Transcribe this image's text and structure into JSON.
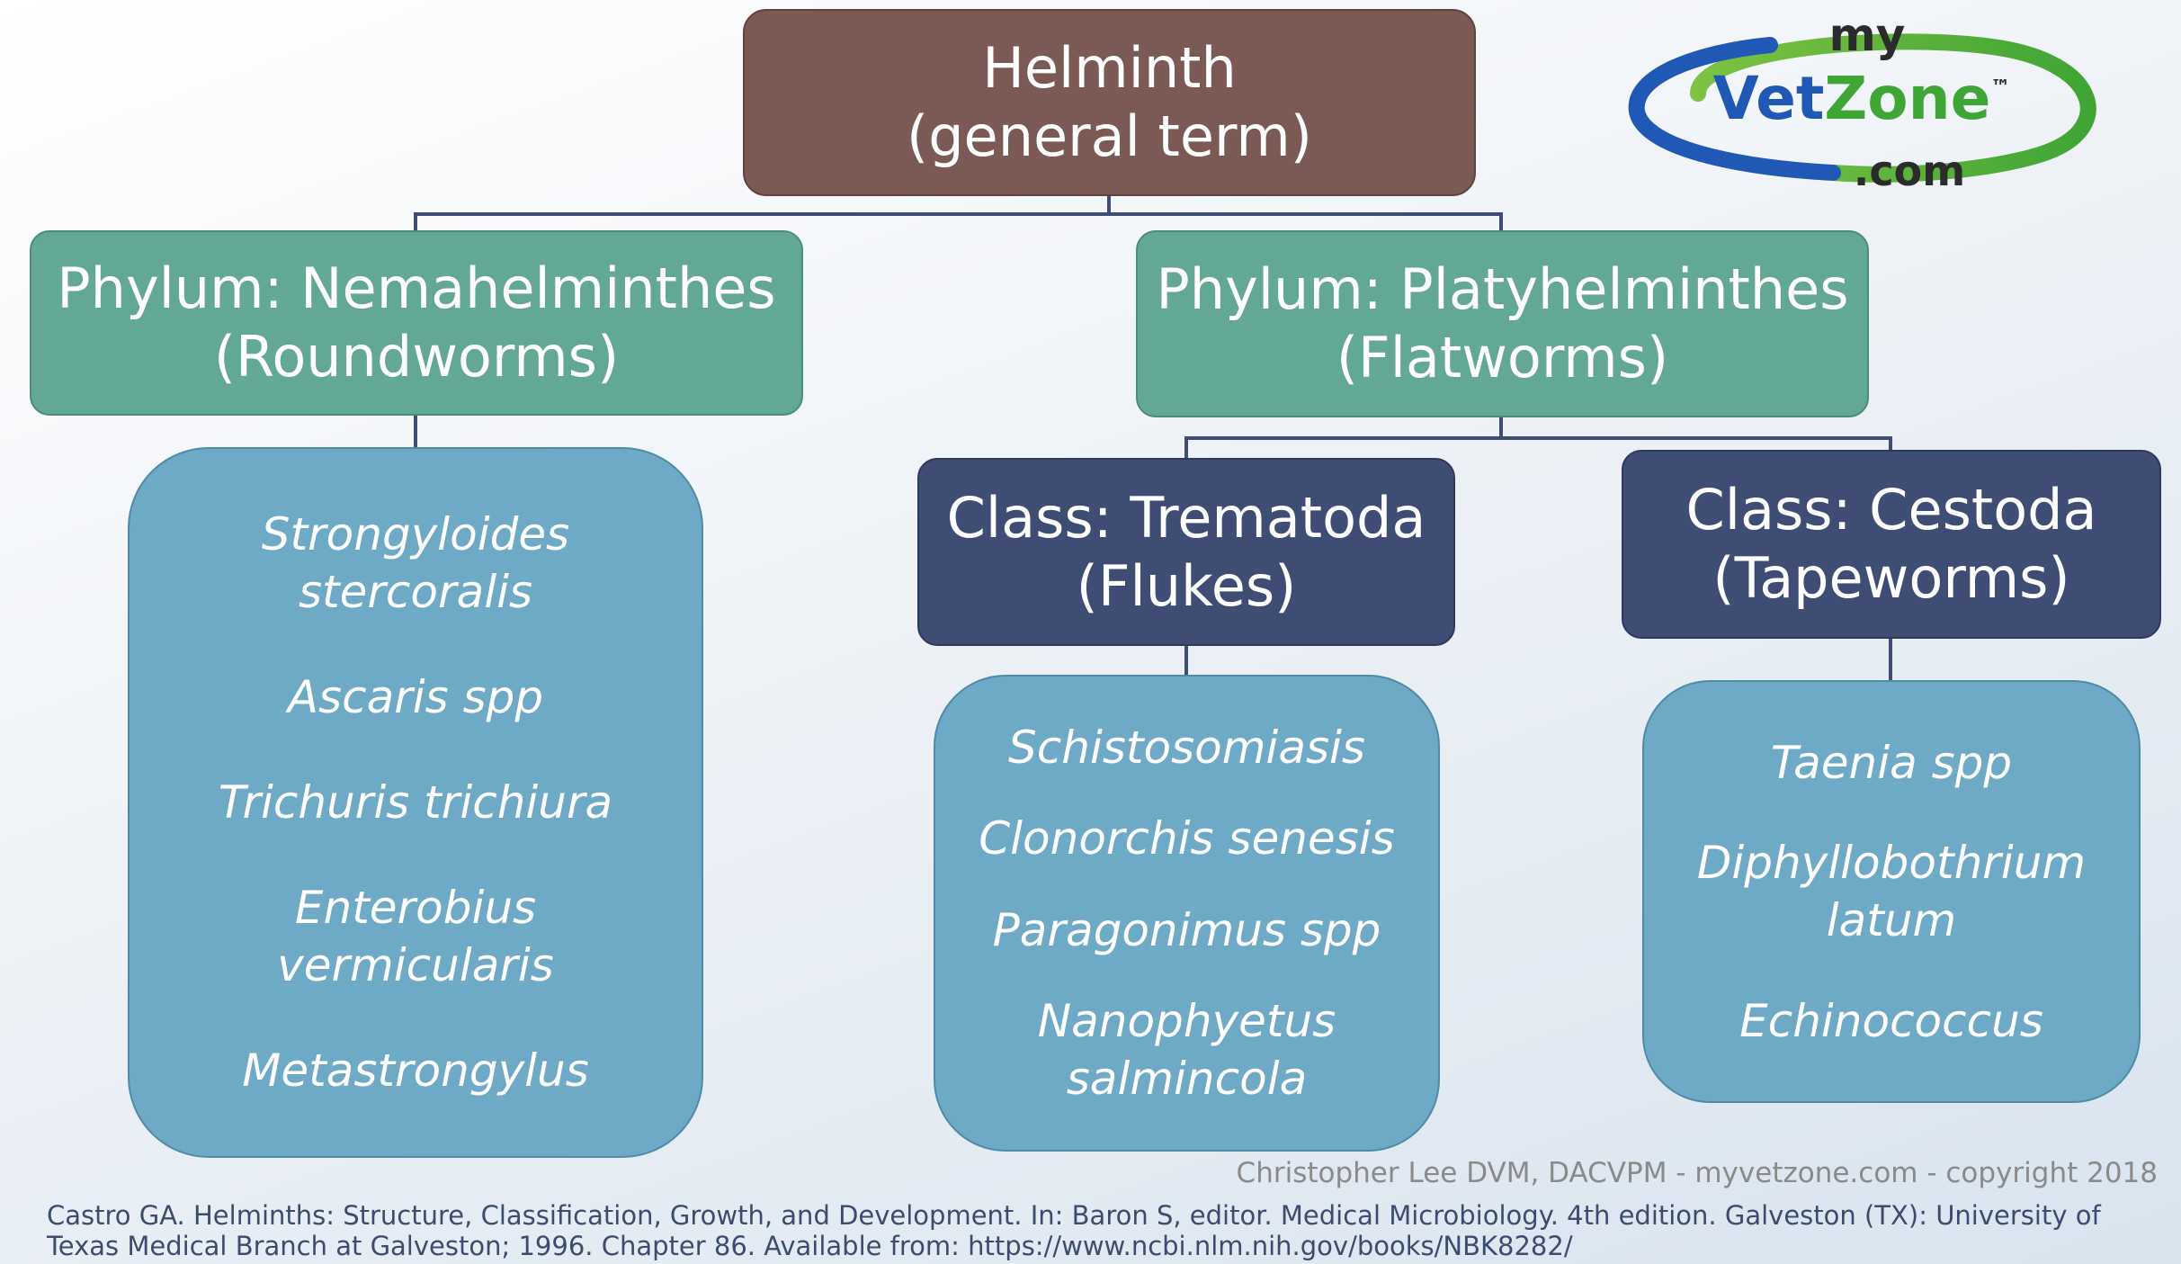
{
  "root": {
    "line1": "Helminth",
    "line2": "(general term)"
  },
  "phyla": [
    {
      "line1": "Phylum: Nemahelminthes",
      "line2": "(Roundworms)"
    },
    {
      "line1": "Phylum: Platyhelminthes",
      "line2": "(Flatworms)"
    }
  ],
  "classes": [
    {
      "line1": "Class: Trematoda",
      "line2": "(Flukes)"
    },
    {
      "line1": "Class: Cestoda",
      "line2": "(Tapeworms)"
    }
  ],
  "lists": {
    "roundworms": [
      [
        "Strongyloides",
        "stercoralis"
      ],
      [
        "Ascaris spp"
      ],
      [
        "Trichuris trichiura"
      ],
      [
        "Enterobius",
        "vermicularis"
      ],
      [
        "Metastrongylus"
      ]
    ],
    "flukes": [
      [
        "Schistosomiasis"
      ],
      [
        "Clonorchis senesis"
      ],
      [
        "Paragonimus spp"
      ],
      [
        "Nanophyetus",
        "salmincola"
      ]
    ],
    "tapeworms": [
      [
        "Taenia spp"
      ],
      [
        "Diphyllobothrium",
        "latum"
      ],
      [
        "Echinococcus"
      ]
    ]
  },
  "logo": {
    "top": "my",
    "middle_vet": "Vet",
    "middle_zone": "Zone",
    "tm": "™",
    "bottom": ".com"
  },
  "credit": "Christopher Lee DVM, DACVPM - myvetzone.com - copyright 2018",
  "citation": "Castro GA. Helminths: Structure, Classification, Growth, and Development. In: Baron S, editor. Medical Microbiology. 4th edition. Galveston (TX): University of Texas Medical Branch at Galveston; 1996. Chapter 86. Available from: https://www.ncbi.nlm.nih.gov/books/NBK8282/",
  "colors": {
    "root": "#7b5a56",
    "phylum": "#62a895",
    "class": "#3f4d75",
    "species": "#6ea9c6",
    "connector": "#3f4d75"
  }
}
